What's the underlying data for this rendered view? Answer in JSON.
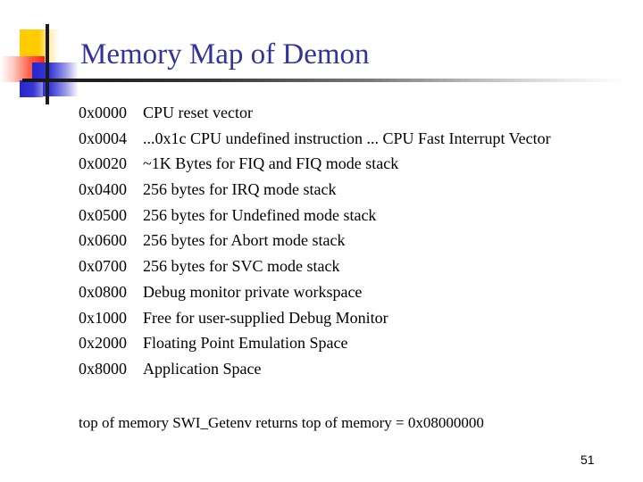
{
  "slide": {
    "title": "Memory Map of Demon",
    "page_number": "51",
    "title_color": "#333399",
    "background_color": "#ffffff",
    "text_color": "#000000"
  },
  "logo": {
    "name": "decorative-squares-logo",
    "yellow": "#FFCC00",
    "red": "#FF2010",
    "blue": "#2626CC",
    "line": "#1A1A22"
  },
  "memory_map": {
    "rows": [
      {
        "address": "0x0000",
        "description": "CPU reset vector"
      },
      {
        "address": "0x0004",
        "description": "...0x1c CPU undefined instruction ... CPU Fast Interrupt Vector"
      },
      {
        "address": "0x0020",
        "description": "~1K Bytes for FIQ and FIQ mode stack"
      },
      {
        "address": "0x0400",
        "description": "256 bytes for IRQ mode stack"
      },
      {
        "address": "0x0500",
        "description": "256 bytes for Undefined mode stack"
      },
      {
        "address": "0x0600",
        "description": "256 bytes for Abort mode stack"
      },
      {
        "address": "0x0700",
        "description": "256 bytes for SVC mode stack"
      },
      {
        "address": "0x0800",
        "description": "Debug monitor private workspace"
      },
      {
        "address": "0x1000",
        "description": "Free for user-supplied Debug Monitor"
      },
      {
        "address": "0x2000",
        "description": "Floating Point Emulation Space"
      },
      {
        "address": "0x8000",
        "description": "Application Space"
      }
    ]
  },
  "note": {
    "text": "top of memory SWI_Getenv returns top of memory = 0x08000000"
  }
}
